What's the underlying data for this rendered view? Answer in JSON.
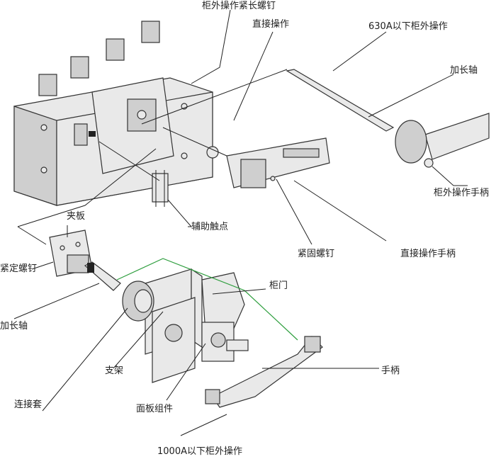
{
  "labels": {
    "outer_long_screw": "柜外操作紧长螺钉",
    "direct_operation": "直接操作",
    "below_630a": "630A以下柜外操作",
    "extension_shaft_top": "加长轴",
    "outer_handle": "柜外操作手柄",
    "aux_contact": "辅助触点",
    "fastening_screw": "紧固螺钉",
    "direct_handle": "直接操作手柄",
    "clamp_plate": "夹板",
    "set_screw": "紧定螺钉",
    "extension_shaft_left": "加长轴",
    "cabinet_door": "柜门",
    "bracket": "支架",
    "connector_sleeve": "连接套",
    "panel_assembly": "面板组件",
    "handle": "手柄",
    "below_1000a": "1000A以下柜外操作"
  },
  "colors": {
    "line": "#222222",
    "part_fill": "#e9e9e9",
    "part_dark": "#cfcfcf",
    "connector_green": "#2e9e3e"
  }
}
